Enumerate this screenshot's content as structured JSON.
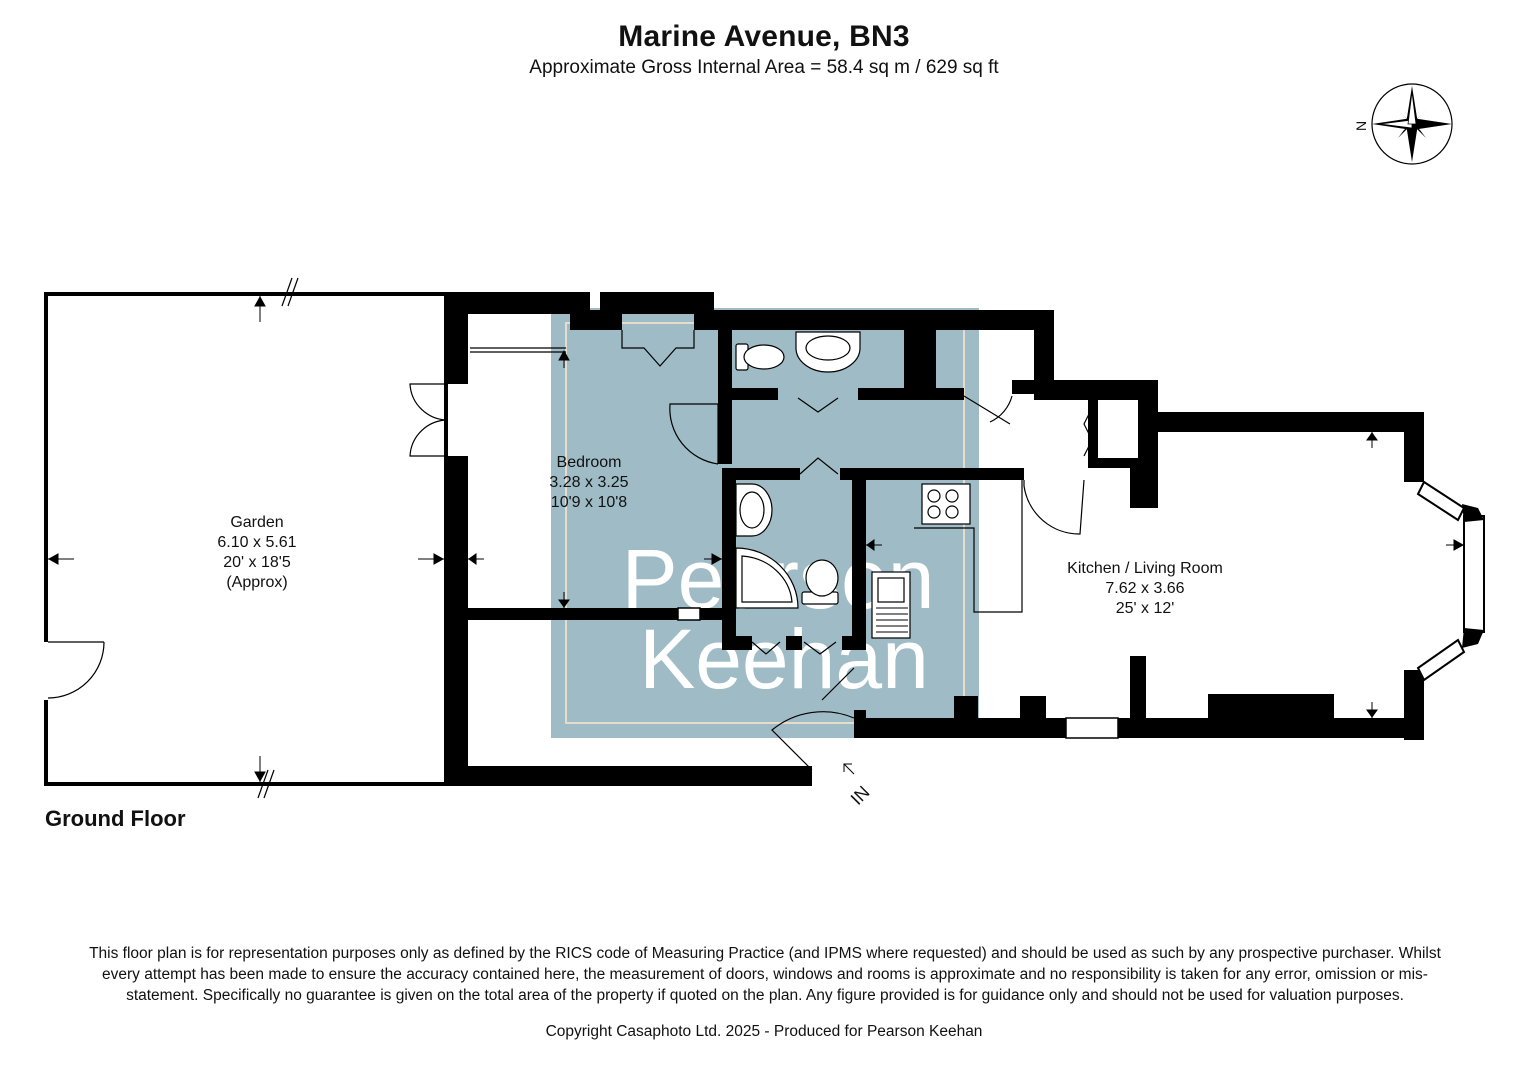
{
  "header": {
    "title": "Marine Avenue, BN3",
    "subtitle": "Approximate Gross Internal Area = 58.4 sq m / 629 sq ft"
  },
  "floor_label": "Ground Floor",
  "compass": {
    "label": "N"
  },
  "entrance_label": "IN",
  "watermark": {
    "line1": "Pearson",
    "line2": "Keehan"
  },
  "rooms": {
    "garden": {
      "name": "Garden",
      "metric": "6.10 x 5.61",
      "imperial": "20' x 18'5",
      "note": "(Approx)"
    },
    "bedroom": {
      "name": "Bedroom",
      "metric": "3.28 x 3.25",
      "imperial": "10'9 x 10'8"
    },
    "kitchen": {
      "name": "Kitchen / Living Room",
      "metric": "7.62 x 3.66",
      "imperial": "25' x 12'"
    }
  },
  "footer": {
    "disclaimer": "This floor plan is for representation purposes only as defined by the RICS code of Measuring Practice (and IPMS where requested) and should be used as such by any prospective purchaser. Whilst every attempt has been made to ensure the accuracy contained here, the measurement of doors, windows and rooms is approximate and no responsibility is taken for any error, omission or mis-statement. Specifically no guarantee is given on the total area of the property if quoted on the plan. Any figure provided is for guidance only and should not be used for valuation purposes.",
    "copyright": "Copyright Casaphoto Ltd. 2025 - Produced for Pearson Keehan"
  },
  "colors": {
    "wall": "#000000",
    "watermark_bg": "#9fbcc6",
    "background": "#ffffff"
  }
}
